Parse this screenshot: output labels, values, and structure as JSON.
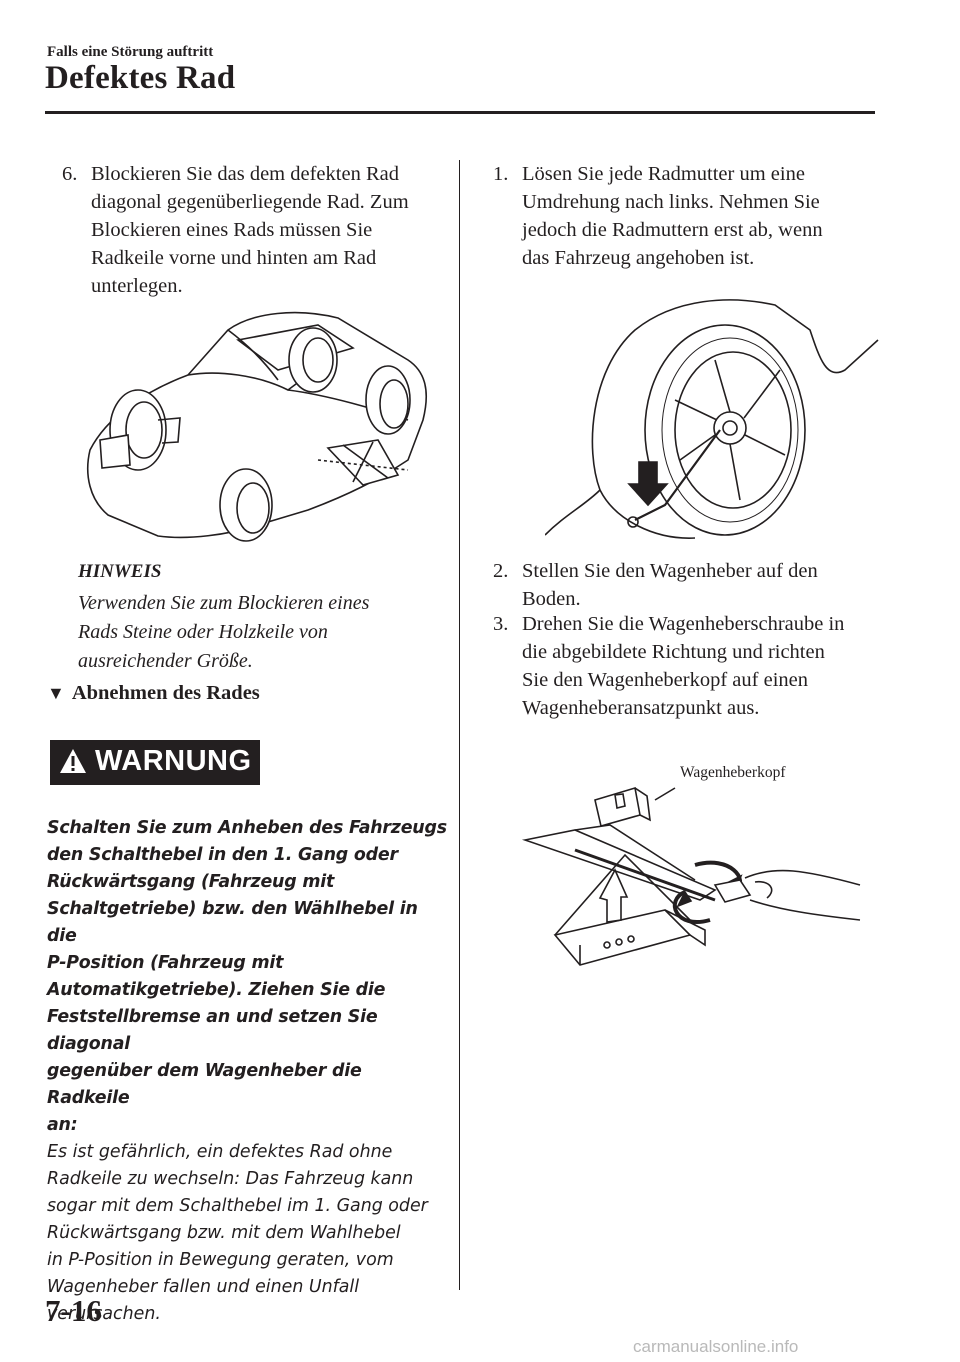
{
  "header": {
    "section": "Falls eine Störung auftritt",
    "title": "Defektes Rad"
  },
  "left": {
    "step6": {
      "number": "6.",
      "lines": [
        "Blockieren Sie das dem defekten Rad",
        "diagonal gegenüberliegende Rad. Zum",
        "Blockieren eines Rads müssen Sie",
        "Radkeile vorne und hinten am Rad",
        "unterlegen."
      ]
    },
    "note": {
      "heading": "HINWEIS",
      "lines": [
        "Verwenden Sie zum Blockieren eines",
        "Rads Steine oder Holzkeile von",
        "ausreichender Größe."
      ]
    },
    "subheading": {
      "marker": "▼",
      "text": "Abnehmen des Rades"
    },
    "warning": {
      "label": "WARNUNG",
      "bold_lines": [
        "Schalten Sie zum Anheben des Fahrzeugs",
        "den Schalthebel in den 1. Gang oder",
        "Rückwärtsgang (Fahrzeug mit",
        "Schaltgetriebe) bzw. den Wählhebel in die",
        "P-Position (Fahrzeug mit",
        "Automatikgetriebe). Ziehen Sie die",
        "Feststellbremse an und setzen Sie diagonal",
        "gegenüber dem Wagenheber die Radkeile",
        "an:"
      ],
      "body_lines": [
        "Es ist gefährlich, ein defektes Rad ohne",
        "Radkeile zu wechseln: Das Fahrzeug kann",
        "sogar mit dem Schalthebel im 1. Gang oder",
        "Rückwärtsgang bzw. mit dem Wahlhebel",
        "in P-Position in Bewegung geraten, vom",
        "Wagenheber fallen und einen Unfall",
        "verursachen."
      ]
    }
  },
  "right": {
    "step1": {
      "number": "1.",
      "lines": [
        "Lösen Sie jede Radmutter um eine",
        "Umdrehung nach links. Nehmen Sie",
        "jedoch die Radmuttern erst ab, wenn",
        "das Fahrzeug angehoben ist."
      ]
    },
    "step2": {
      "number": "2.",
      "lines": [
        "Stellen Sie den Wagenheber auf den",
        "Boden."
      ]
    },
    "step3": {
      "number": "3.",
      "lines": [
        "Drehen Sie die Wagenheberschraube in",
        "die abgebildete Richtung und richten",
        "Sie den Wagenheberkopf auf einen",
        "Wagenheberansatzpunkt aus."
      ]
    },
    "jack_callout": "Wagenheberkopf"
  },
  "footer": {
    "page_number": "7-16",
    "watermark": "carmanualsonline.info"
  }
}
